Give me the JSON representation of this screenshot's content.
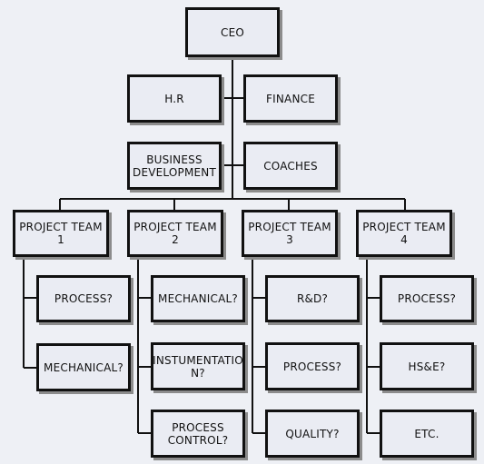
{
  "nodes": {
    "ceo": "CEO",
    "hr": "H.R",
    "finance": "FINANCE",
    "business_development": "BUSINESS DEVELOPMENT",
    "coaches": "COACHES",
    "team1": "PROJECT TEAM 1",
    "team2": "PROJECT TEAM 2",
    "team3": "PROJECT TEAM 3",
    "team4": "PROJECT TEAM 4",
    "t1_process": "PROCESS?",
    "t1_mechanical": "MECHANICAL?",
    "t2_mechanical": "MECHANICAL?",
    "t2_instumentation": "INSTUMENTATIO N?",
    "t2_process_control": "PROCESS CONTROL?",
    "t3_rd": "R&D?",
    "t3_process": "PROCESS?",
    "t3_quality": "QUALITY?",
    "t4_process": "PROCESS?",
    "t4_hse": "HS&E?",
    "t4_etc": "ETC."
  },
  "colors": {
    "box_fill": "#eaecf3",
    "border": "#111111",
    "shadow": "#8c8c8c",
    "background": "#eef0f5"
  }
}
